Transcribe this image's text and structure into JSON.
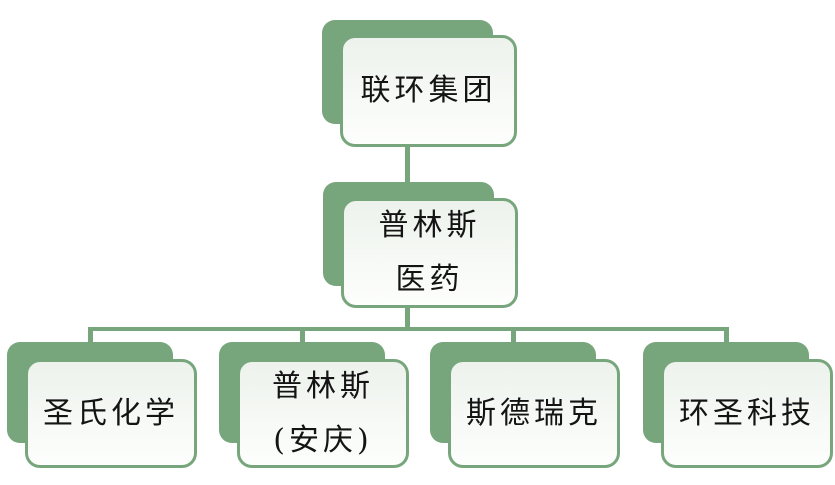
{
  "page": {
    "background_color": "#FFFFFF"
  },
  "org_chart": {
    "accent_color": "#77A67C",
    "text_color": "#141414",
    "card_fill_light": "#EDF2EC",
    "card_fill_white": "#FDFEFD",
    "root": {
      "label": "联环集团",
      "lines": [
        "联环集团"
      ]
    },
    "level2": {
      "label": "普林斯医药",
      "lines": [
        "普林斯",
        "医药"
      ]
    },
    "children": [
      {
        "label": "圣氏化学",
        "lines": [
          "圣氏化学"
        ]
      },
      {
        "label": "普林斯(安庆)",
        "lines": [
          "普林斯",
          "(安庆)"
        ]
      },
      {
        "label": "斯德瑞克",
        "lines": [
          "斯德瑞克"
        ]
      },
      {
        "label": "环圣科技",
        "lines": [
          "环圣科技"
        ]
      }
    ]
  }
}
